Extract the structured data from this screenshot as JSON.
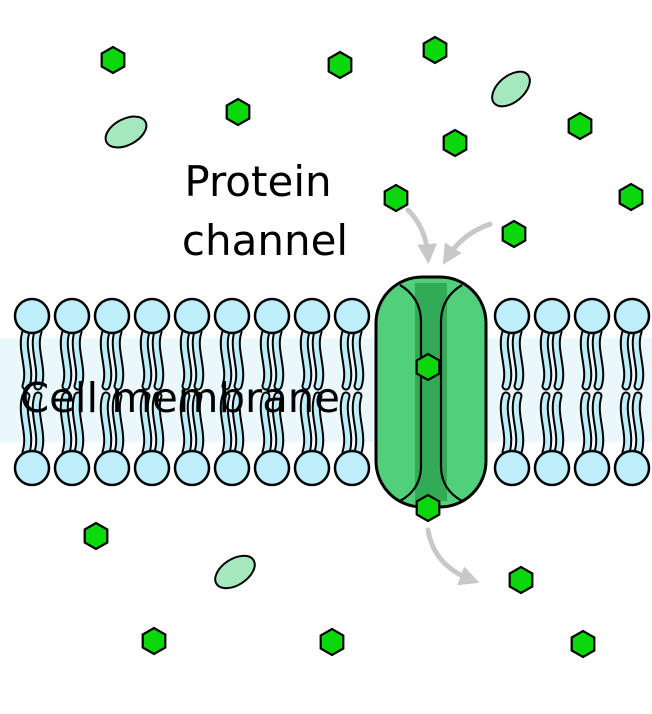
{
  "labels": {
    "protein_line1": "Protein",
    "protein_line2": "channel",
    "membrane": "Cell membrane"
  },
  "colors": {
    "molecule_fill": "#0ad80a",
    "molecule_stroke": "#000000",
    "ellipse_fill": "#a6e8bd",
    "lipid_head": "#bfeefb",
    "lipid_stroke": "#000000",
    "channel_fill": "#52cf7b",
    "channel_inner": "#33aa55",
    "arrow": "#c8c8c8"
  },
  "icons": {
    "molecule": "green-hexagon",
    "large_molecule": "pale-green-ellipse"
  }
}
